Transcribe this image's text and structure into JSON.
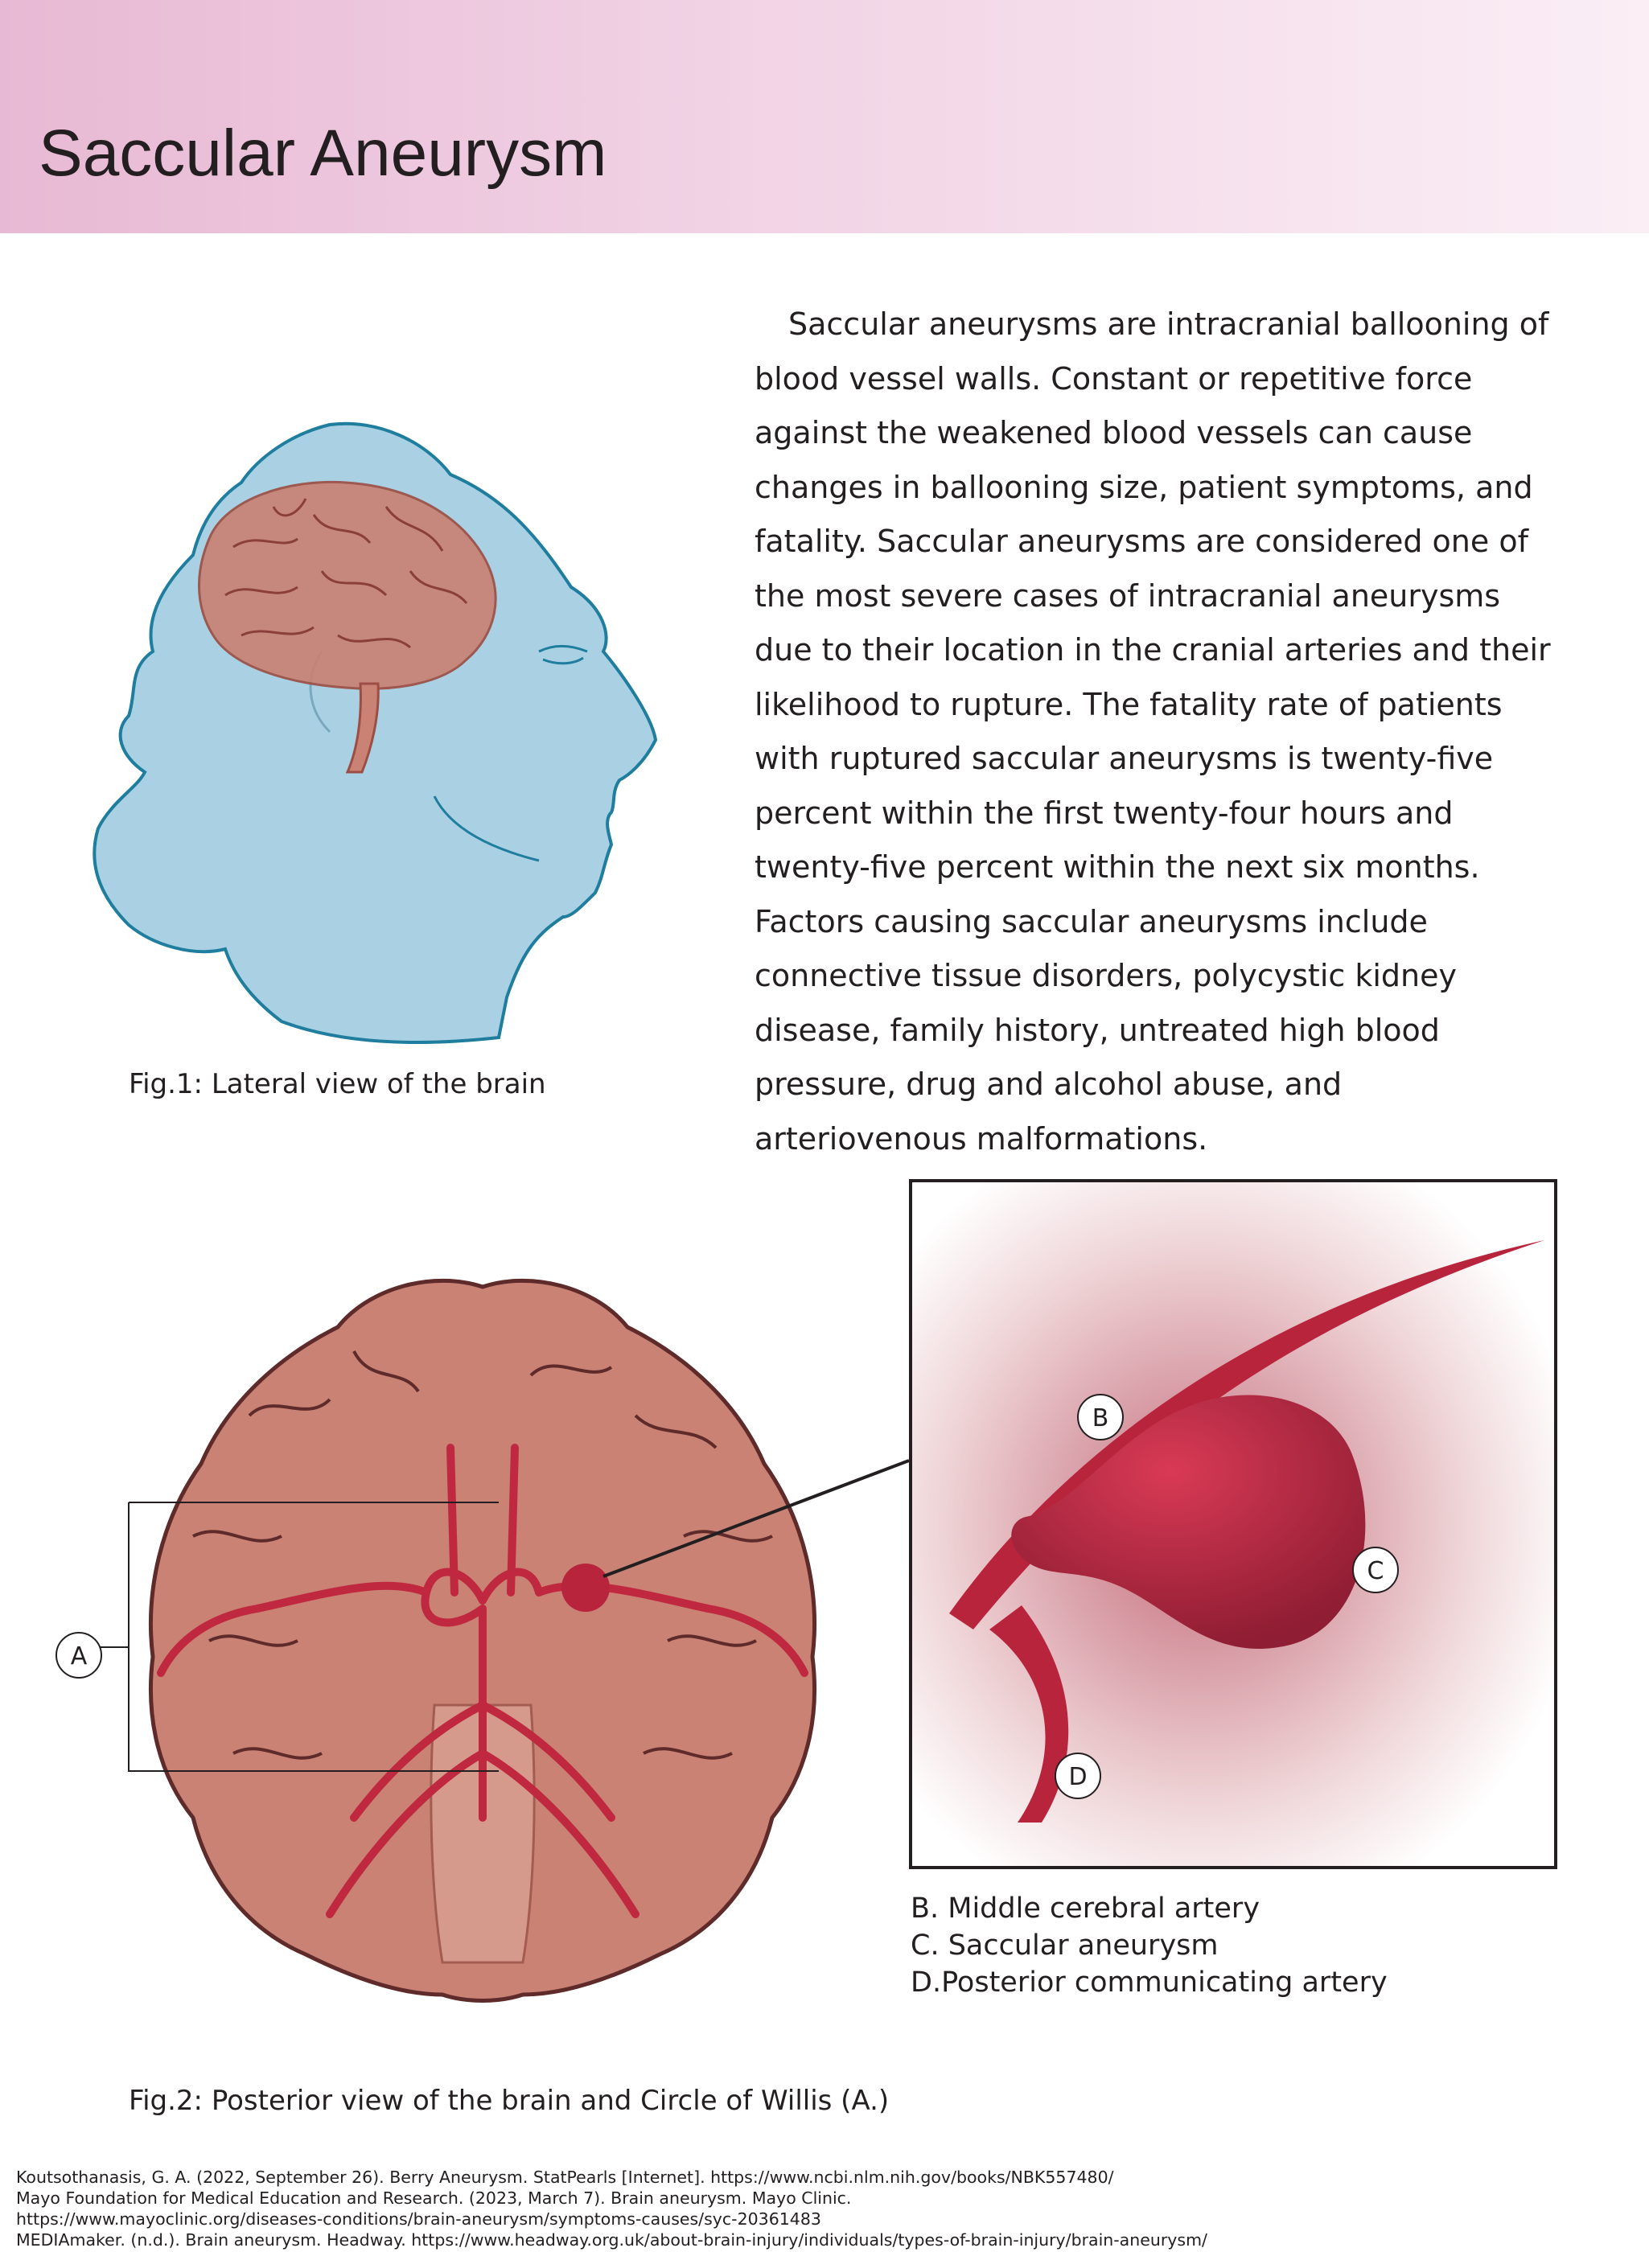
{
  "header": {
    "title": "Saccular Aneurysm",
    "color_start": "#e8b9d4",
    "color_end": "#fbeef5"
  },
  "intro_text": "Saccular aneurysms are intracranial ballooning of blood vessel walls. Constant or repetitive force against the weakened blood vessels can cause changes in ballooning size, patient symptoms, and fatality. Saccular aneurysms are considered one of the most severe cases of intracranial aneurysms due to their location in the cranial arteries and their likelihood to rupture. The fatality rate of patients with ruptured saccular aneurysms is twenty-five percent within the first twenty-four hours and twenty-five percent within the next six months. Factors causing saccular aneurysms include connective tissue disorders, polycystic kidney disease, family history, untreated high blood pressure, drug and alcohol abuse, and arteriovenous malformations.",
  "figure1": {
    "caption": "Fig.1: Lateral view of the brain"
  },
  "figure2": {
    "caption": "Fig.2: Posterior view of the brain and Circle of Willis (A.)",
    "label_a": "A"
  },
  "inset": {
    "labels": {
      "b": "B",
      "c": "C",
      "d": "D"
    },
    "legend": [
      "B. Middle cerebral artery",
      "C. Saccular aneurysm",
      "D.Posterior communicating artery"
    ]
  },
  "references": [
    "Koutsothanasis, G. A. (2022, September 26). Berry Aneurysm. StatPearls [Internet]. https://www.ncbi.nlm.nih.gov/books/NBK557480/",
    "Mayo Foundation for Medical Education and Research. (2023, March 7). Brain aneurysm. Mayo Clinic.",
    "https://www.mayoclinic.org/diseases-conditions/brain-aneurysm/symptoms-causes/syc-20361483",
    "MEDIAmaker. (n.d.). Brain aneurysm. Headway. https://www.headway.org.uk/about-brain-injury/individuals/types-of-brain-injury/brain-aneurysm/"
  ],
  "colors": {
    "head_fill": "#a9d1e3",
    "head_stroke": "#1f7d9e",
    "brain": "#c98274",
    "artery": "#c0283f"
  }
}
